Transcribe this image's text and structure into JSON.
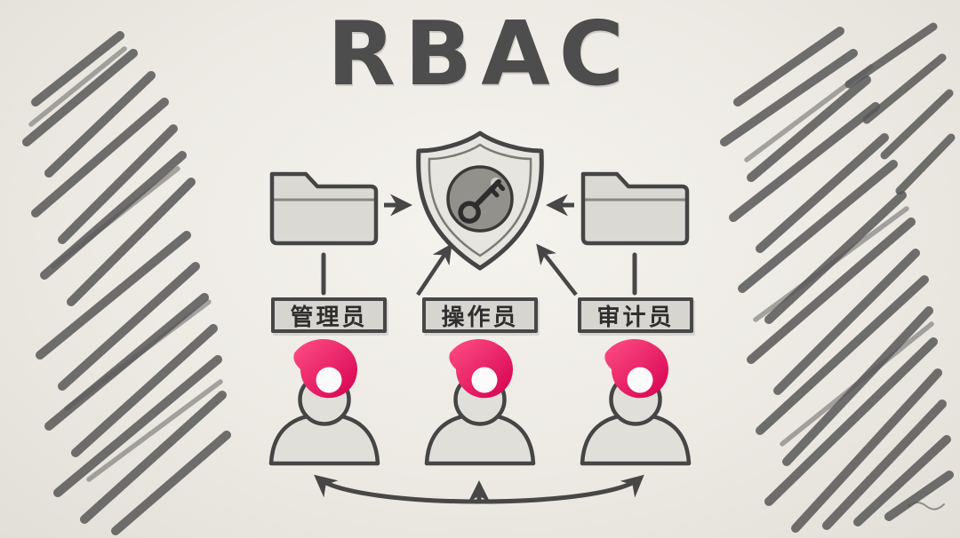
{
  "title": "RBAC",
  "diagram": {
    "center_icon": "shield-key-icon",
    "resource_icons": [
      "folder-icon",
      "folder-icon"
    ],
    "roles": [
      {
        "label": "管理员",
        "icon": "user-icon",
        "badge_icon": "flame-icon"
      },
      {
        "label": "操作员",
        "icon": "user-icon",
        "badge_icon": "flame-icon"
      },
      {
        "label": "审计员",
        "icon": "user-icon",
        "badge_icon": "flame-icon"
      }
    ],
    "connections": [
      "folder-left -> shield",
      "folder-right -> shield",
      "role-operator -> shield",
      "role-auditor -> shield",
      "users <-> users (bottom link arrow)"
    ]
  },
  "colors": {
    "paper": "#efede8",
    "ink": "#4a4a4a",
    "box_fill": "#d7d5cf",
    "figure_fill": "#e1dfd9",
    "accent_pink": "#e00050",
    "accent_pink_light": "#ff4f86"
  }
}
